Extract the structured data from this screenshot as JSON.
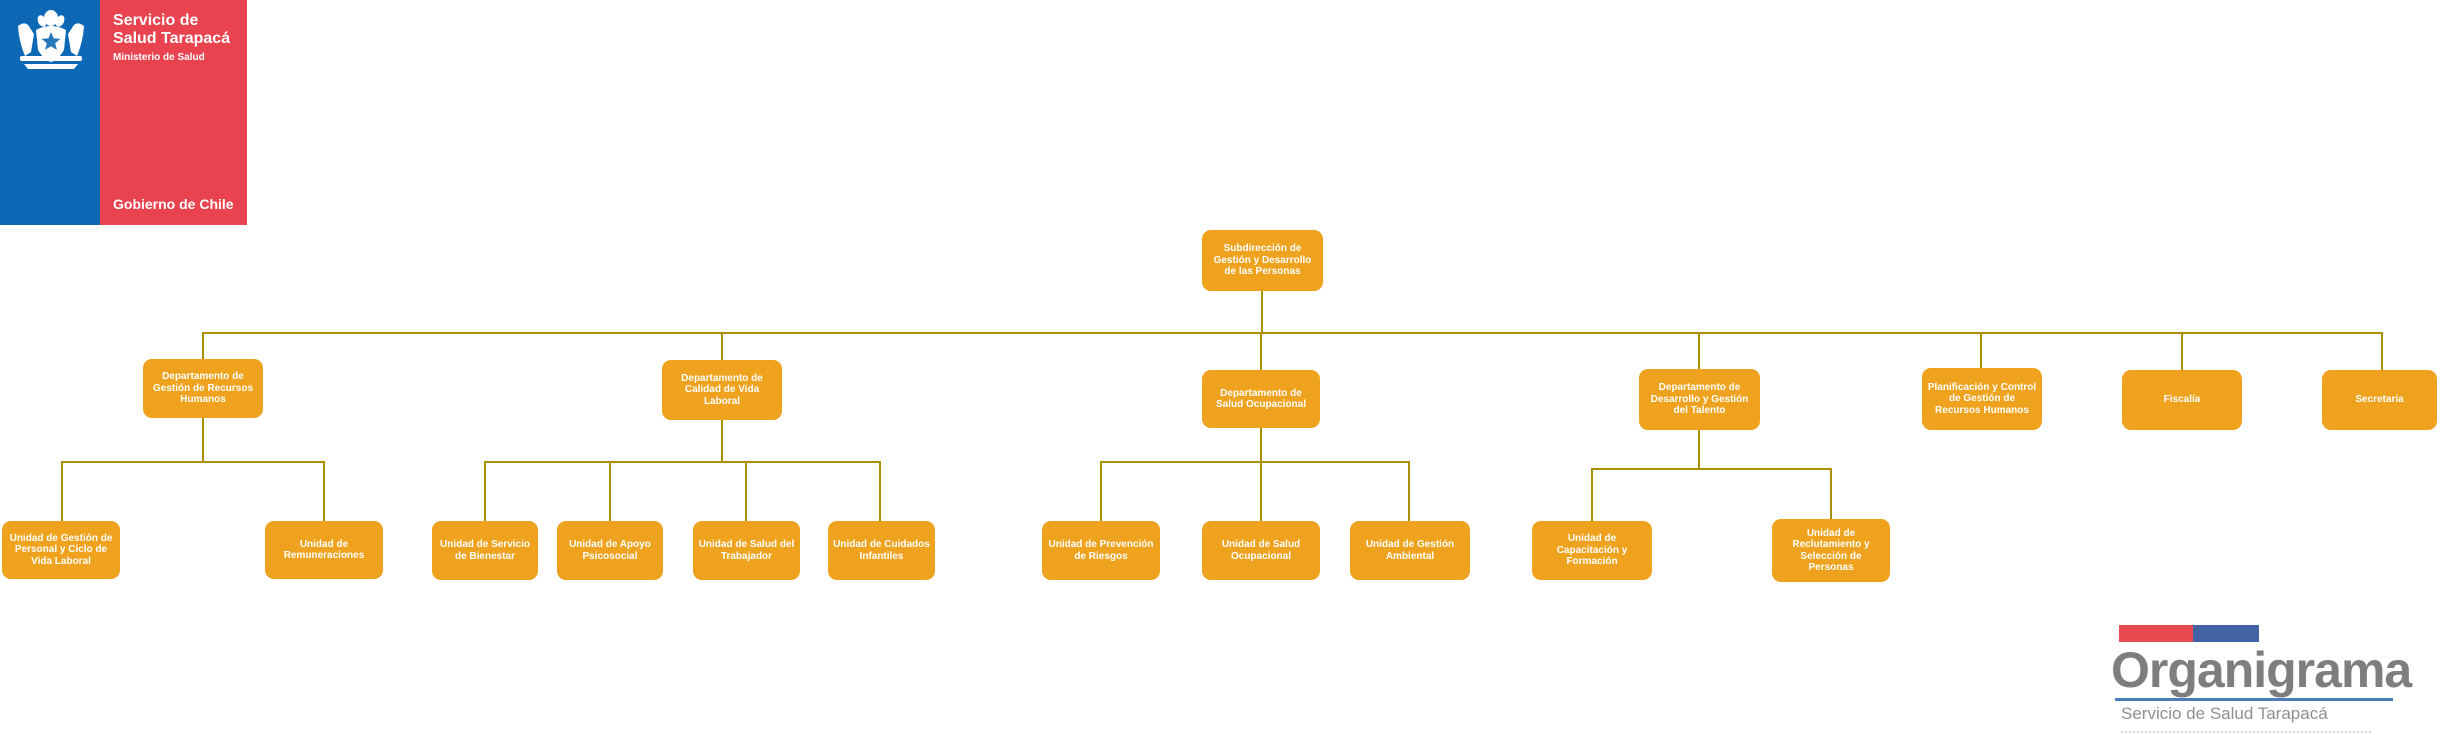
{
  "logo": {
    "service_line1": "Servicio de",
    "service_line2": "Salud Tarapacá",
    "ministry": "Ministerio de Salud",
    "government": "Gobierno de Chile",
    "colors": {
      "blue": "#0D69B5",
      "red": "#E8434E"
    }
  },
  "org": {
    "root": "Subdirección de Gestión y Desarrollo de las Personas",
    "children": [
      {
        "label": "Departamento de Gestión de Recursos Humanos",
        "children": [
          "Unidad de Gestión de Personal y Ciclo de Vida Laboral",
          "Unidad de Remuneraciones"
        ]
      },
      {
        "label": "Departamento de Calidad de Vida Laboral",
        "children": [
          "Unidad de Servicio de Bienestar",
          "Unidad de Apoyo Psicosocial",
          "Unidad de Salud del Trabajador",
          "Unidad de Cuidados Infantiles"
        ]
      },
      {
        "label": "Departamento de Salud Ocupacional",
        "children": [
          "Unidad de Prevención de Riesgos",
          "Unidad de Salud Ocupacional",
          "Unidad de Gestión Ambiental"
        ]
      },
      {
        "label": "Departamento de Desarrollo y Gestión del Talento",
        "children": [
          "Unidad de Capacitación y Formación",
          "Unidad de Reclutamiento y Selección de Personas"
        ]
      },
      {
        "label": "Planificación y Control de Gestión de Recursos Humanos",
        "children": []
      },
      {
        "label": "Fiscalía",
        "children": []
      },
      {
        "label": "Secretaria",
        "children": []
      }
    ],
    "colors": {
      "box": "#EFA21D",
      "line": "#A89000",
      "box_text": "#FFFFFF"
    }
  },
  "footer": {
    "title": "Organigrama",
    "subtitle": "Servicio de Salud Tarapacá",
    "colors": {
      "red_bar": "#E84A52",
      "blue_bar": "#4463A5",
      "title_gray": "#7E7E7E",
      "rule_blue": "#4A7EBB"
    }
  }
}
